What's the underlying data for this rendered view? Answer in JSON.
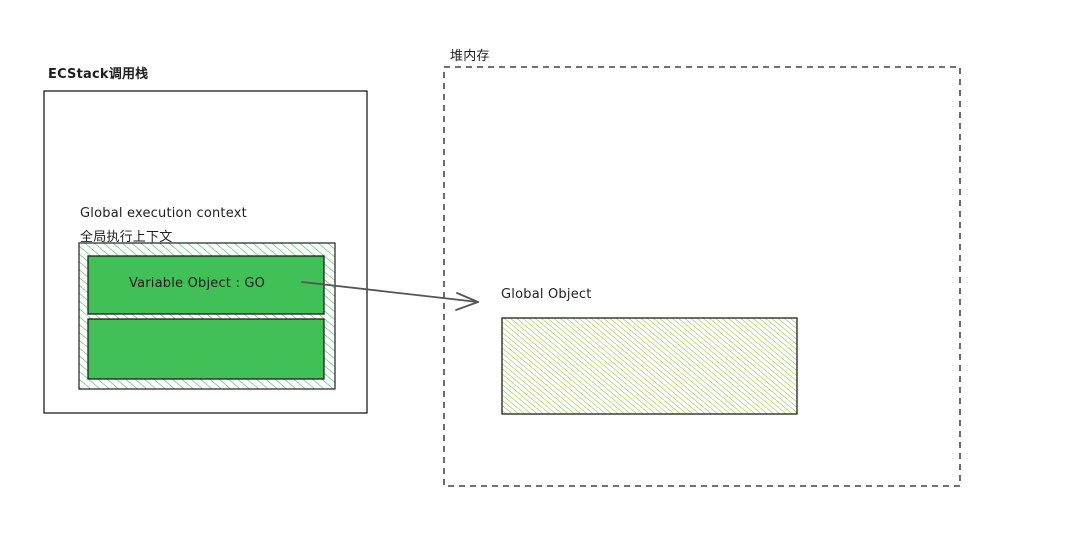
{
  "ecstack": {
    "title": "ECStack调用栈"
  },
  "global_context": {
    "title_en": "Global execution context",
    "title_zh": "全局执行上下文",
    "variable_object_label": "Variable Object : GO"
  },
  "heap": {
    "title": "堆内存",
    "global_object_label": "Global Object"
  },
  "colors": {
    "stroke": "#1e1e1e",
    "context_fill": "#40c057",
    "hatch_green": "#40c057",
    "hatch_light": "#82c91e"
  }
}
